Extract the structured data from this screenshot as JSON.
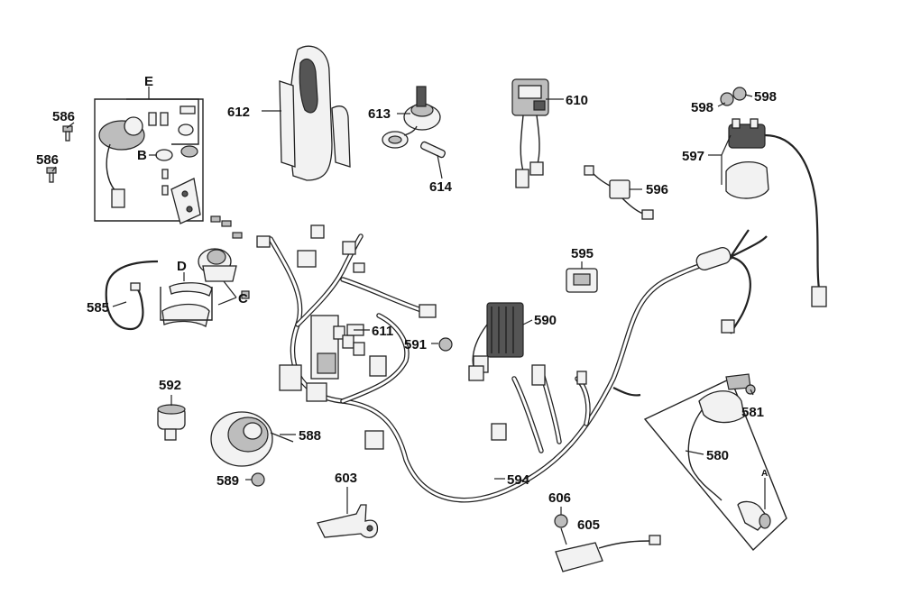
{
  "labels": {
    "l586a": "586",
    "l586b": "586",
    "lE": "E",
    "lB": "B",
    "l612": "612",
    "l613": "613",
    "l614": "614",
    "l610": "610",
    "l598a": "598",
    "l598b": "598",
    "l597": "597",
    "l596": "596",
    "l595": "595",
    "lD": "D",
    "lC": "C",
    "l585": "585",
    "l611": "611",
    "l590": "590",
    "l591": "591",
    "l592": "592",
    "l588": "588",
    "l589": "589",
    "l603": "603",
    "l594": "594",
    "l606": "606",
    "l605": "605",
    "l581": "581",
    "l580": "580",
    "lA": "A"
  }
}
